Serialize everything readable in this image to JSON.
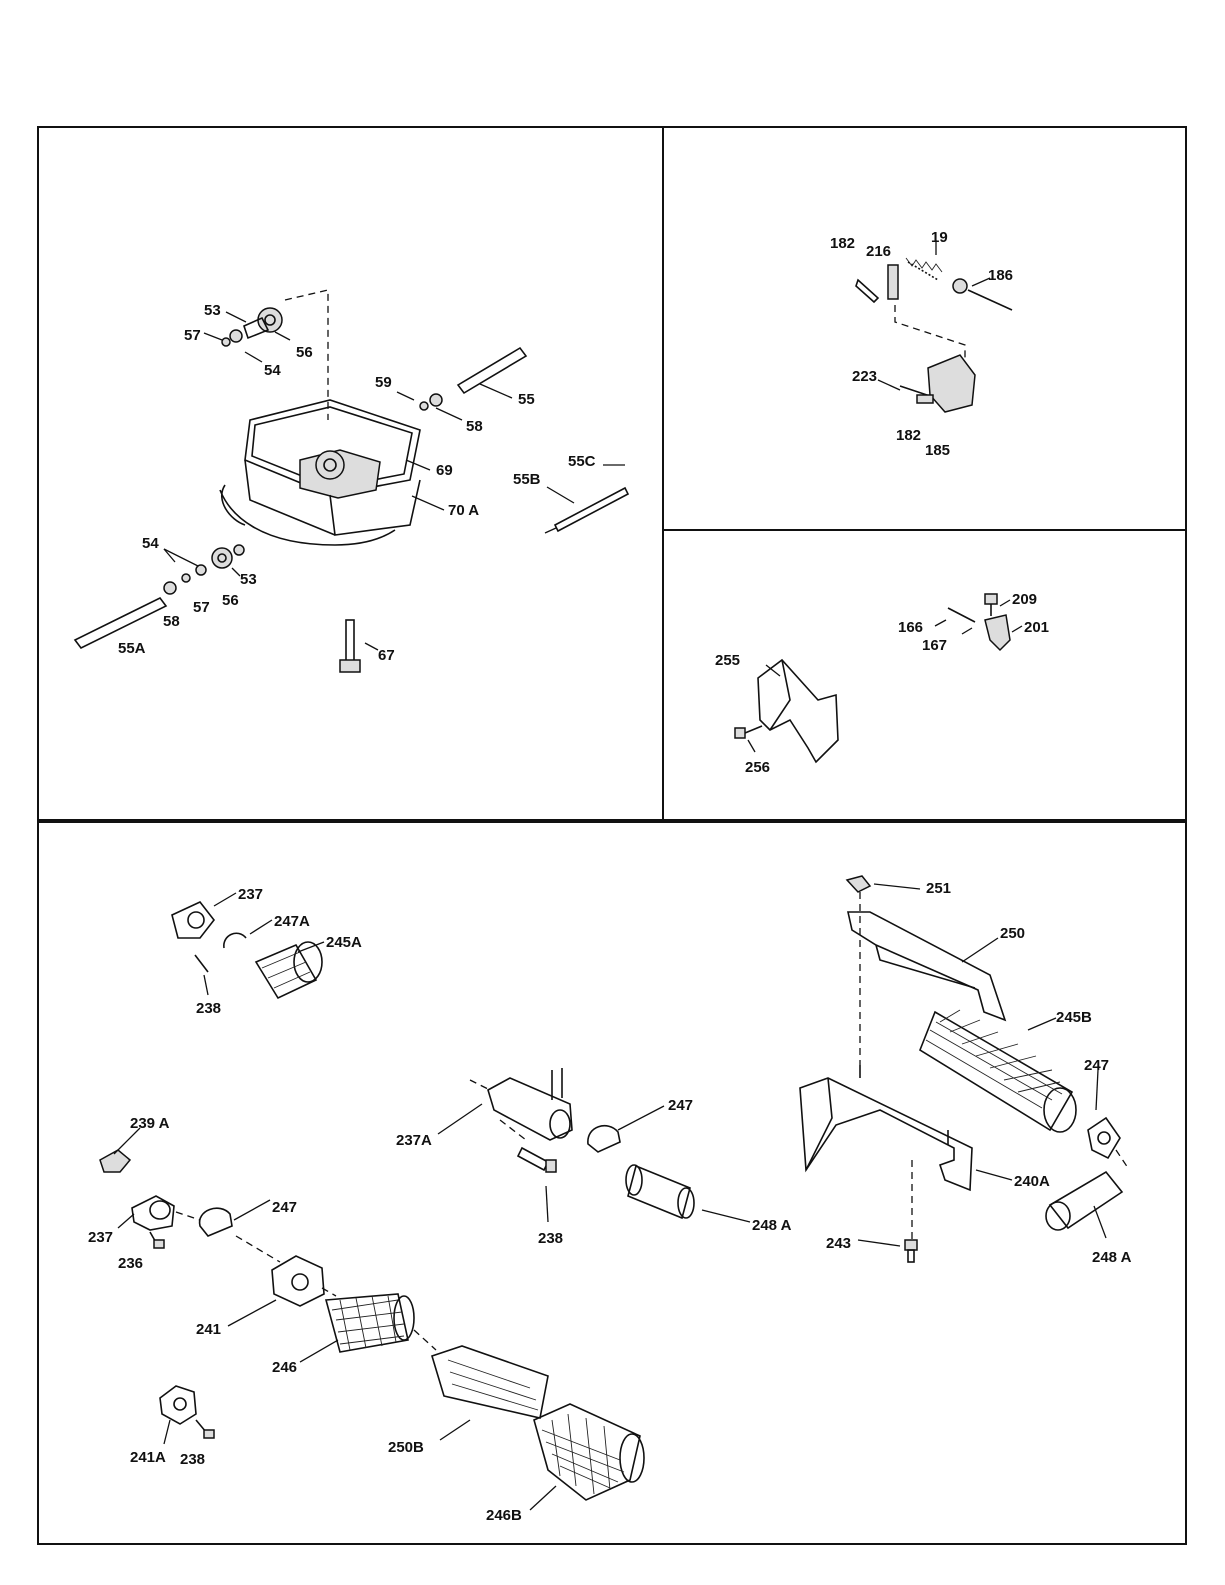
{
  "labels": {
    "p53a": "53",
    "p57a": "57",
    "p56a": "56",
    "p54a": "54",
    "p59": "59",
    "p55": "55",
    "p58a": "58",
    "p69": "69",
    "p70a": "70 A",
    "p55c": "55C",
    "p55b": "55B",
    "p54b": "54",
    "p53b": "53",
    "p58b": "58",
    "p57b": "57",
    "p56b": "56",
    "p55a": "55A",
    "p67": "67",
    "p182a": "182",
    "p216": "216",
    "p19": "19",
    "p186": "186",
    "p223": "223",
    "p182b": "182",
    "p185": "185",
    "p209": "209",
    "p166": "166",
    "p167": "167",
    "p201": "201",
    "p255": "255",
    "p256": "256",
    "p237a": "237",
    "p247a": "247A",
    "p245a": "245A",
    "p238a": "238",
    "p251": "251",
    "p250": "250",
    "p245b": "245B",
    "p247b": "247",
    "p239a": "239 A",
    "p237b": "237",
    "p236": "236",
    "p247c": "247",
    "p237A": "237A",
    "p238b": "238",
    "p247d": "247",
    "p248a": "248 A",
    "p240a": "240A",
    "p243": "243",
    "p248b": "248 A",
    "p241": "241",
    "p246": "246",
    "p250b": "250B",
    "p241a": "241A",
    "p238c": "238",
    "p246b": "246B"
  },
  "icons": [
    "gasket-icon",
    "gear-icon",
    "shaft-icon",
    "bolt-icon",
    "spring-icon",
    "bracket-icon",
    "filter-cartridge-icon",
    "hub-icon",
    "clamp-icon"
  ]
}
